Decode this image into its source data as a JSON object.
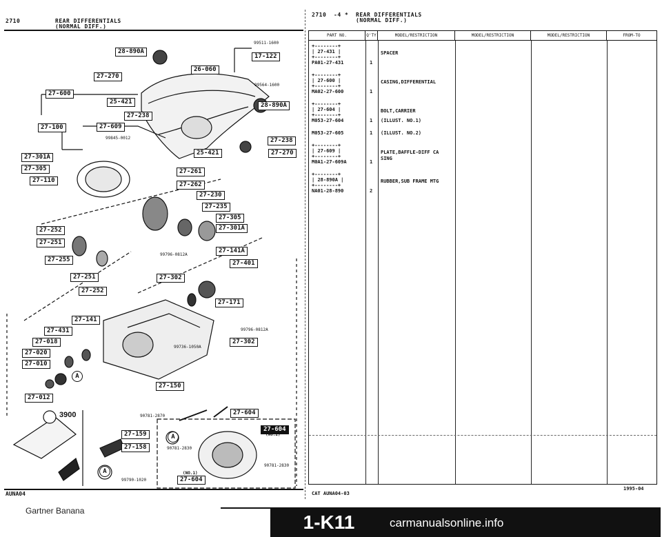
{
  "left_header": {
    "code": "2710",
    "line1": "REAR DIFFERENTIALS",
    "line2": "(NORMAL DIFF.)"
  },
  "right_header": {
    "code": "2710",
    "mark": "-4 *",
    "line1": "REAR DIFFERENTIALS",
    "line2": "(NORMAL DIFF.)"
  },
  "table": {
    "headers": [
      "PART NO.",
      "Q'TY",
      "MODEL/RESTRICTION",
      "MODEL/RESTRICTION",
      "MODEL/RESTRICTION",
      "FROM-TO"
    ],
    "rows": [
      {
        "group": "27-431",
        "part_no": "PA01-27-431",
        "qty": "1",
        "desc": "SPACER"
      },
      {
        "group": "27-600",
        "part_no": "MA02-27-600",
        "qty": "1",
        "desc": "CASING,DIFFERENTIAL"
      },
      {
        "group": "27-604",
        "part_no": "M053-27-604",
        "qty": "1",
        "desc": "BOLT,CARRIER"
      },
      {
        "group": "",
        "part_no": "",
        "qty": "",
        "desc": "(ILLUST. NO.1)"
      },
      {
        "group": "",
        "part_no": "M053-27-605",
        "qty": "1",
        "desc": "(ILLUST. NO.2)"
      },
      {
        "group": "27-609",
        "part_no": "M0A1-27-609A",
        "qty": "1",
        "desc": "PLATE,BAFFLE-DIFF CA\nSING"
      },
      {
        "group": "28-890A",
        "part_no": "NA01-28-890",
        "qty": "2",
        "desc": "RUBBER,SUB FRAME MTG"
      }
    ]
  },
  "footer": {
    "left_code": "AUNA04",
    "right_code": "CAT  AUNA04-03",
    "date": "1995-04",
    "page_title": "1-K11",
    "watermark": "carmanualsonline.info",
    "credit": "Gartner Banana"
  },
  "callouts": {
    "c_28_890A_top": "28-890A",
    "c_17_122": "17-122",
    "c_27_270_top": "27-270",
    "c_26_060": "26-060",
    "c_27_600": "27-600",
    "c_25_421_top": "25-421",
    "c_28_890A_right": "28-890A",
    "c_27_238_top": "27-238",
    "c_27_100": "27-100",
    "c_27_609": "27-609",
    "c_27_238_right": "27-238",
    "c_25_421_bot": "25-421",
    "c_27_270_bot": "27-270",
    "c_27_301A_left": "27-301A",
    "c_27_305_left": "27-305",
    "c_27_110": "27-110",
    "c_27_261": "27-261",
    "c_27_262": "27-262",
    "c_27_230": "27-230",
    "c_27_235": "27-235",
    "c_27_305_right": "27-305",
    "c_27_301A_right": "27-301A",
    "c_27_252_top": "27-252",
    "c_27_251_top": "27-251",
    "c_27_255": "27-255",
    "c_27_141A": "27-141A",
    "c_27_401": "27-401",
    "c_27_251_bot": "27-251",
    "c_27_302_mid": "27-302",
    "c_27_252_bot": "27-252",
    "c_27_171": "27-171",
    "c_27_141": "27-141",
    "c_27_431": "27-431",
    "c_27_018": "27-018",
    "c_27_020": "27-020",
    "c_27_010": "27-010",
    "c_27_302_low": "27-302",
    "c_27_150": "27-150",
    "c_27_012": "27-012",
    "c_27_604_right": "27-604",
    "c_27_159": "27-159",
    "c_27_158": "27-158",
    "c_27_604_inset": "27-604",
    "c_27_604_inset_bot": "27-604"
  },
  "part_numbers": {
    "p_99511": "99511-1600",
    "p_99564": "99564-1600",
    "p_99845": "99845-0012",
    "p_99796a": "99796-0812A",
    "p_99796b": "99796-0812A",
    "p_99736": "99736-1050A",
    "p_90781a": "90781-2870",
    "p_90781b": "90781-2830",
    "p_90781c": "90781-2830",
    "p_99790": "99790-1020",
    "p_3900": "3900",
    "p_no2": "(NO.2)",
    "p_no1": "(NO.1)",
    "inset_a": "A",
    "inset_a2": "A",
    "inset_a3": "A"
  }
}
